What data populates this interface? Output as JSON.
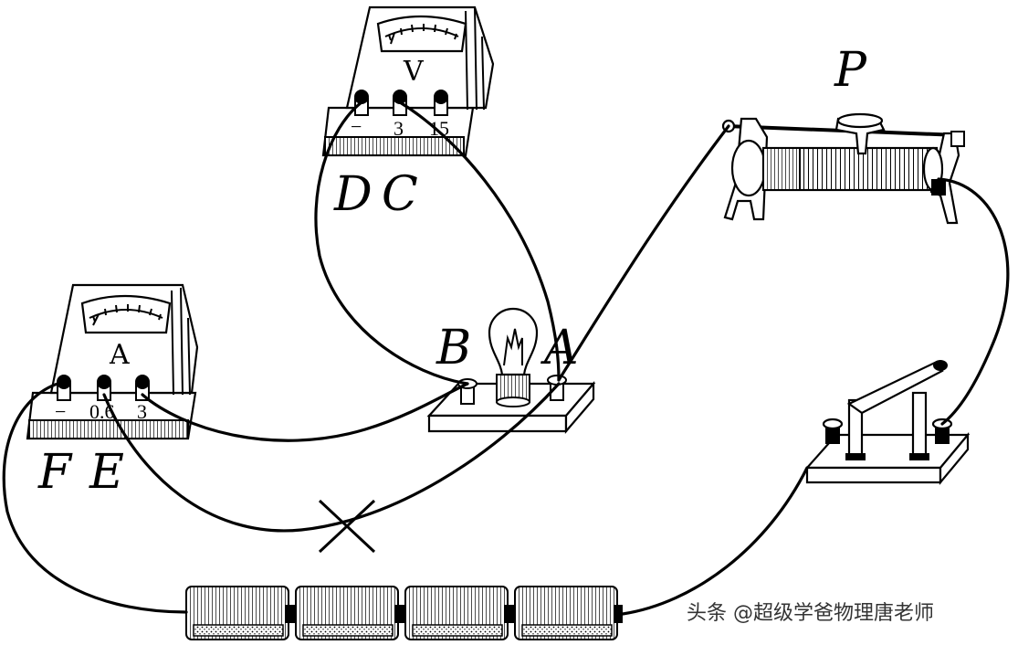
{
  "labels": {
    "voltmeter_symbol": "V",
    "ammeter_symbol": "A",
    "rheostat": "P",
    "terminal_D": "D",
    "terminal_C": "C",
    "terminal_B": "B",
    "terminal_A": "A",
    "terminal_F": "F",
    "terminal_E": "E"
  },
  "voltmeter_terminals": [
    "−",
    "3",
    "15"
  ],
  "ammeter_terminals": [
    "−",
    "0.6",
    "3"
  ],
  "watermark": "头条 @超级学爸物理唐老师"
}
